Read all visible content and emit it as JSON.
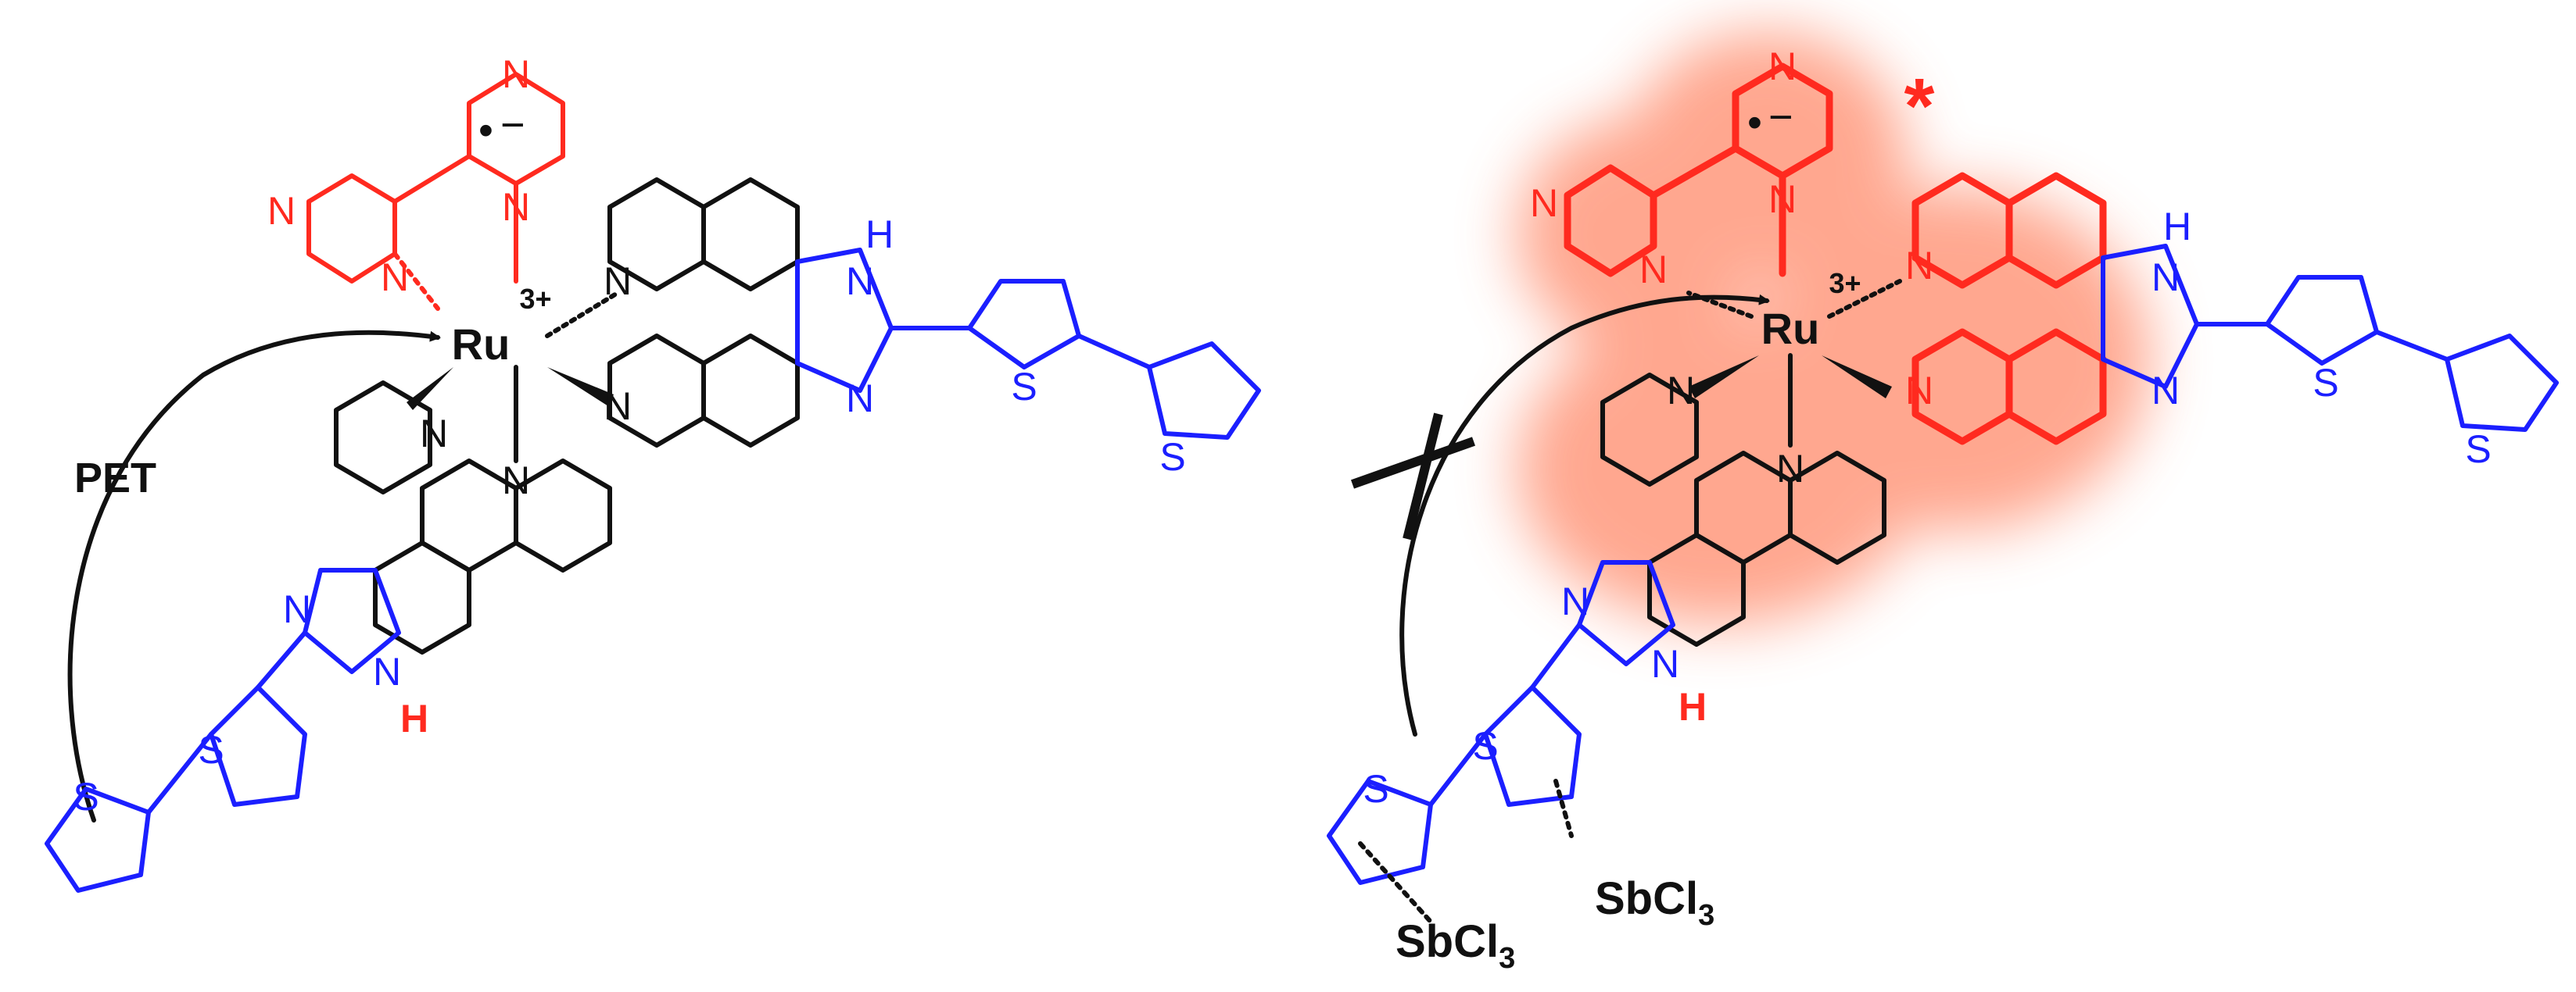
{
  "colors": {
    "photosensitizer_core": "#111111",
    "radical_ligand": "#ff2a1f",
    "thiophene_arm": "#1b1fff",
    "excited_glow": "#ff8a6a"
  },
  "left_complex": {
    "metal_label": "Ru",
    "charge_label": "3+",
    "radical_dot": "•",
    "radical_minus": "−",
    "amine_h_label": "H",
    "nh_h_label": "H",
    "pet_label": "PET"
  },
  "right_complex": {
    "metal_label": "Ru",
    "charge_label": "3+",
    "radical_dot": "•",
    "radical_minus": "−",
    "excited_mark": "*",
    "amine_h_label": "H",
    "nh_h_label": "H",
    "sb_label_1": "SbCl",
    "sb_label_1_sub": "3",
    "sb_label_2": "SbCl",
    "sb_label_2_sub": "3"
  },
  "atom_labels": {
    "nitrogen": "N",
    "sulfur": "S",
    "lone_pair": ":"
  }
}
